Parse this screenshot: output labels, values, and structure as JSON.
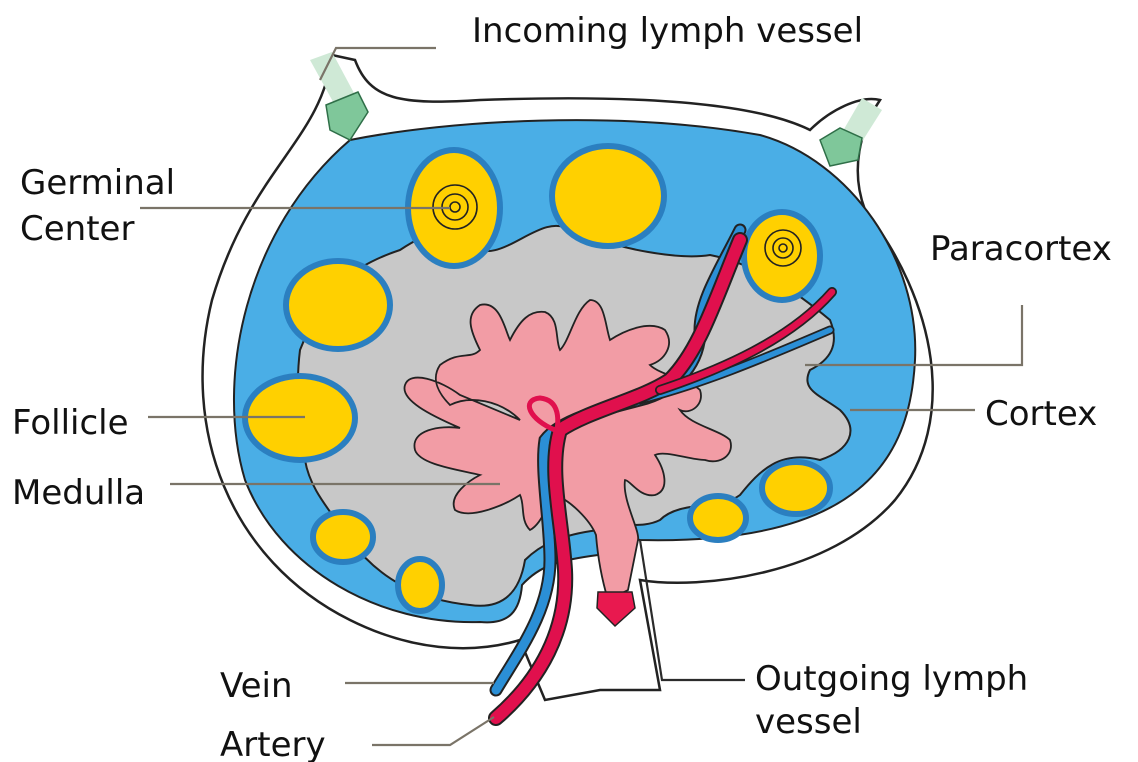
{
  "labels": {
    "incoming": "Incoming lymph vessel",
    "germinal_line1": "Germinal",
    "germinal_line2": "Center",
    "paracortex": "Paracortex",
    "follicle": "Follicle",
    "cortex": "Cortex",
    "medulla": "Medulla",
    "vein": "Vein",
    "artery": "Artery",
    "outgoing_line1": "Outgoing lymph",
    "outgoing_line2": "vessel"
  },
  "colors": {
    "capsule_fill": "#ffffff",
    "cortex": "#4aaee6",
    "paracortex": "#c8c8c8",
    "follicle": "#ffd000",
    "medulla": "#f29ca5",
    "artery": "#e0104d",
    "vein": "#2b8fd6",
    "lymph_arrow": "#7fc79a",
    "outgoing_arrow": "#e8194f"
  }
}
